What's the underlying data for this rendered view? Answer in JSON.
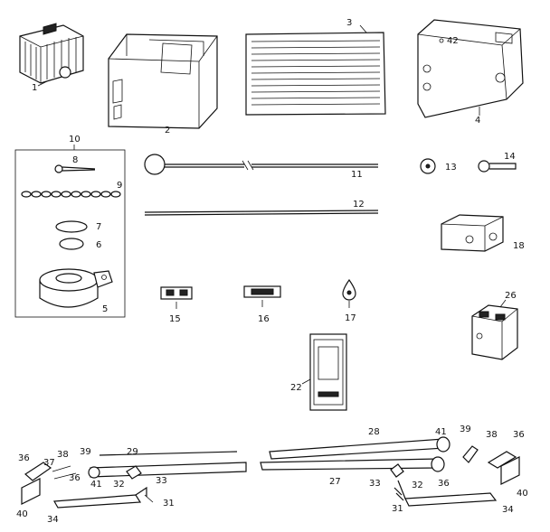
{
  "labels": {
    "p1": "1",
    "p2": "2",
    "p3": "3",
    "p4": "4",
    "p5": "5",
    "p6": "6",
    "p7": "7",
    "p8": "8",
    "p9": "9",
    "p10": "10",
    "p11": "11",
    "p12": "12",
    "p13": "13",
    "p14": "14",
    "p15": "15",
    "p16": "16",
    "p17": "17",
    "p18": "18",
    "p22": "22",
    "p26": "26",
    "p27": "27",
    "p28": "28",
    "p29": "29",
    "p31a": "31",
    "p31b": "31",
    "p32a": "32",
    "p32b": "32",
    "p33a": "33",
    "p33b": "33",
    "p34a": "34",
    "p34b": "34",
    "p36a": "36",
    "p36b": "36",
    "p36c": "36",
    "p36d": "36",
    "p37": "37",
    "p38a": "38",
    "p38b": "38",
    "p39a": "39",
    "p39b": "39",
    "p40a": "40",
    "p40b": "40",
    "p41a": "41",
    "p41b": "41",
    "p42": "42"
  }
}
